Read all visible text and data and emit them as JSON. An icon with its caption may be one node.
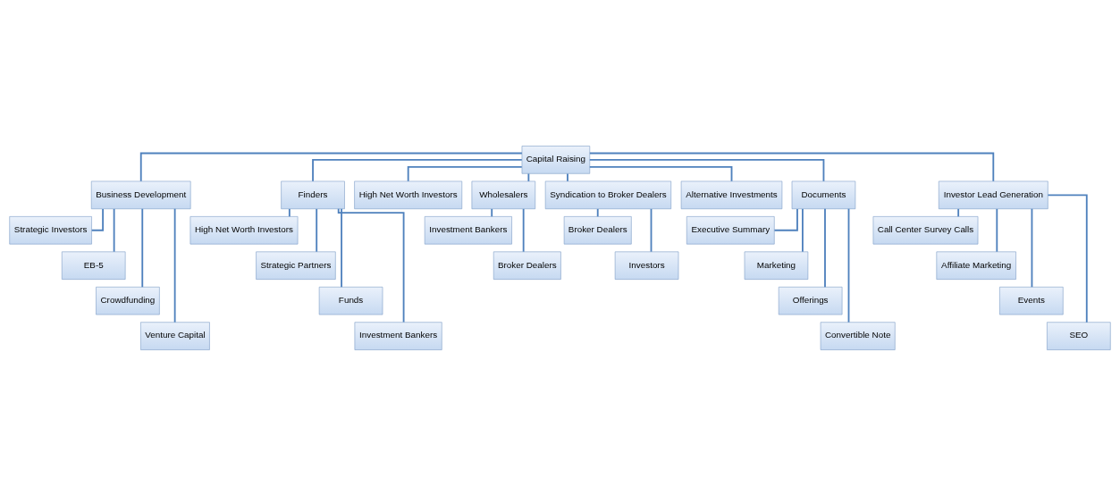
{
  "diagram": {
    "nodes": [
      {
        "text": [
          "Capital Raising"
        ]
      },
      {
        "text": [
          "Business Development"
        ]
      },
      {
        "text": [
          "Finders"
        ]
      },
      {
        "text": [
          "High Net Worth Investors"
        ]
      },
      {
        "text": [
          "Wholesalers"
        ]
      },
      {
        "text": [
          "Syndication to Broker Dealers"
        ]
      },
      {
        "text": [
          "Alternative Investments"
        ]
      },
      {
        "text": [
          "Documents"
        ]
      },
      {
        "text": [
          "Investor Lead Generation"
        ]
      },
      {
        "text": [
          "Strategic Investors"
        ]
      },
      {
        "text": [
          "EB-5"
        ]
      },
      {
        "text": [
          "Crowdfunding"
        ]
      },
      {
        "text": [
          "Venture Capital"
        ]
      },
      {
        "text": [
          "High Net Worth Investors"
        ]
      },
      {
        "text": [
          "Strategic Partners"
        ]
      },
      {
        "text": [
          "Funds"
        ]
      },
      {
        "text": [
          "Investment Bankers"
        ]
      },
      {
        "text": [
          "Investment Bankers"
        ]
      },
      {
        "text": [
          "Broker Dealers"
        ]
      },
      {
        "text": [
          "Broker Dealers"
        ]
      },
      {
        "text": [
          "Investors"
        ]
      },
      {
        "text": [
          "Executive Summary"
        ]
      },
      {
        "text": [
          "Marketing"
        ]
      },
      {
        "text": [
          "Offerings"
        ]
      },
      {
        "text": [
          "Convertible Note"
        ]
      },
      {
        "text": [
          "Call Center Survey Calls"
        ]
      },
      {
        "text": [
          "Affiliate Marketing"
        ]
      },
      {
        "text": [
          "Events"
        ]
      },
      {
        "text": [
          "SEO"
        ]
      }
    ],
    "edges": [
      {
        "from": 0,
        "to": 1,
        "arrow": "none"
      },
      {
        "from": 0,
        "to": 2,
        "arrow": "none"
      },
      {
        "from": 0,
        "to": 3,
        "arrow": "none"
      },
      {
        "from": 0,
        "to": 4,
        "arrow": "none"
      },
      {
        "from": 0,
        "to": 5,
        "arrow": "none"
      },
      {
        "from": 0,
        "to": 6,
        "arrow": "none"
      },
      {
        "from": 0,
        "to": 7,
        "arrow": "none"
      },
      {
        "from": 0,
        "to": 8,
        "arrow": "none"
      },
      {
        "from": 1,
        "to": 9,
        "arrow": "none"
      },
      {
        "from": 1,
        "to": 10,
        "arrow": "none"
      },
      {
        "from": 1,
        "to": 11,
        "arrow": "none"
      },
      {
        "from": 1,
        "to": 12,
        "arrow": "none"
      },
      {
        "from": 2,
        "to": 13,
        "arrow": "none"
      },
      {
        "from": 2,
        "to": 14,
        "arrow": "none"
      },
      {
        "from": 2,
        "to": 15,
        "arrow": "none"
      },
      {
        "from": 2,
        "to": 16,
        "arrow": "none"
      },
      {
        "from": 4,
        "to": 17,
        "arrow": "none"
      },
      {
        "from": 4,
        "to": 18,
        "arrow": "none"
      },
      {
        "from": 5,
        "to": 19,
        "arrow": "none"
      },
      {
        "from": 5,
        "to": 20,
        "arrow": "none"
      },
      {
        "from": 7,
        "to": 21,
        "arrow": "none"
      },
      {
        "from": 7,
        "to": 22,
        "arrow": "none"
      },
      {
        "from": 7,
        "to": 23,
        "arrow": "none"
      },
      {
        "from": 7,
        "to": 24,
        "arrow": "none"
      },
      {
        "from": 8,
        "to": 25,
        "arrow": "none"
      },
      {
        "from": 8,
        "to": 26,
        "arrow": "none"
      },
      {
        "from": 8,
        "to": 27,
        "arrow": "none"
      },
      {
        "from": 8,
        "to": 28,
        "arrow": "none"
      }
    ]
  }
}
